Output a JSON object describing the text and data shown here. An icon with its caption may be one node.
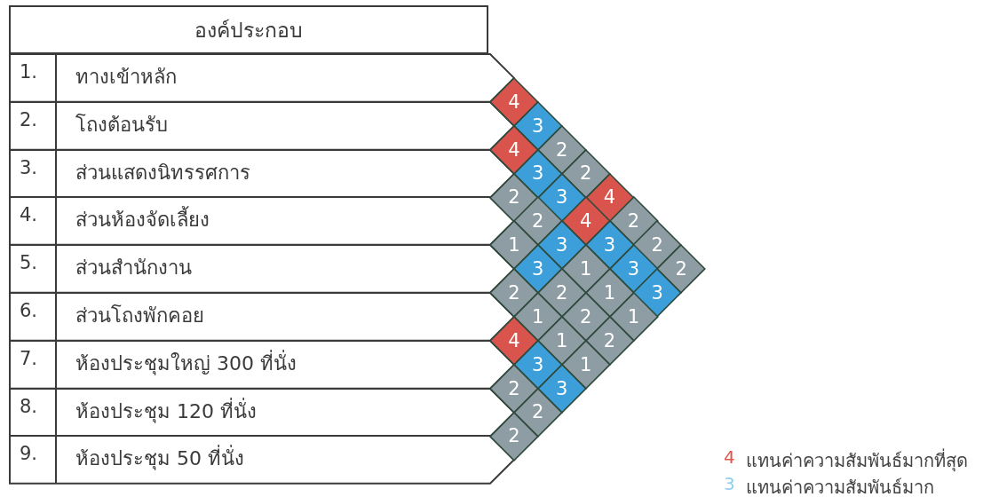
{
  "diagram": {
    "nodes": [
      {
        "text": [
          "องค์ประกอบ"
        ]
      },
      {
        "text": [
          "1.",
          "ทางเข้าหลัก"
        ]
      },
      {
        "text": [
          "2.",
          "โถงต้อนรับ"
        ]
      },
      {
        "text": [
          "3.",
          "ส่วนแสดงนิทรรศการ"
        ]
      },
      {
        "text": [
          "4.",
          "ส่วนห้องจัดเลี้ยง"
        ]
      },
      {
        "text": [
          "5.",
          "ส่วนสำนักงาน"
        ]
      },
      {
        "text": [
          "6.",
          "ส่วนโถงพักคอย"
        ]
      },
      {
        "text": [
          "7.",
          "ห้องประชุมใหญ่ 300 ที่นั่ง"
        ]
      },
      {
        "text": [
          "8.",
          "ห้องประชุม 120 ที่นั่ง"
        ]
      },
      {
        "text": [
          "9.",
          "ห้องประชุม 50 ที่นั่ง"
        ]
      },
      {
        "text": [
          "4"
        ]
      },
      {
        "text": [
          "3"
        ]
      },
      {
        "text": [
          "4"
        ]
      },
      {
        "text": [
          "2"
        ]
      },
      {
        "text": [
          "3"
        ]
      },
      {
        "text": [
          "2"
        ]
      },
      {
        "text": [
          "2"
        ]
      },
      {
        "text": [
          "3"
        ]
      },
      {
        "text": [
          "4"
        ]
      },
      {
        "text": [
          "2"
        ]
      },
      {
        "text": [
          "4"
        ]
      },
      {
        "text": [
          "2"
        ]
      },
      {
        "text": [
          "1"
        ]
      },
      {
        "text": [
          "3"
        ]
      },
      {
        "text": [
          "3"
        ]
      },
      {
        "text": [
          "2"
        ]
      },
      {
        "text": [
          "3"
        ]
      },
      {
        "text": [
          "1"
        ]
      },
      {
        "text": [
          "3"
        ]
      },
      {
        "text": [
          "2"
        ]
      },
      {
        "text": [
          "2"
        ]
      },
      {
        "text": [
          "2"
        ]
      },
      {
        "text": [
          "1"
        ]
      },
      {
        "text": [
          "3"
        ]
      },
      {
        "text": [
          "1"
        ]
      },
      {
        "text": [
          "2"
        ]
      },
      {
        "text": [
          "1"
        ]
      },
      {
        "text": [
          "4"
        ]
      },
      {
        "text": [
          "1"
        ]
      },
      {
        "text": [
          "2"
        ]
      },
      {
        "text": [
          "3"
        ]
      },
      {
        "text": [
          "1"
        ]
      },
      {
        "text": [
          "2"
        ]
      },
      {
        "text": [
          "3"
        ]
      },
      {
        "text": [
          "2"
        ]
      },
      {
        "text": [
          "2"
        ]
      }
    ],
    "edges": [],
    "labels": [
      "4",
      "3"
    ],
    "legend": [
      {
        "text": "แทนค่าความสัมพันธ์มากที่สุด",
        "color": "#e0564c"
      },
      {
        "text": "แทนค่าความสัมพันธ์มาก",
        "color": "#8fd0ee"
      }
    ]
  }
}
